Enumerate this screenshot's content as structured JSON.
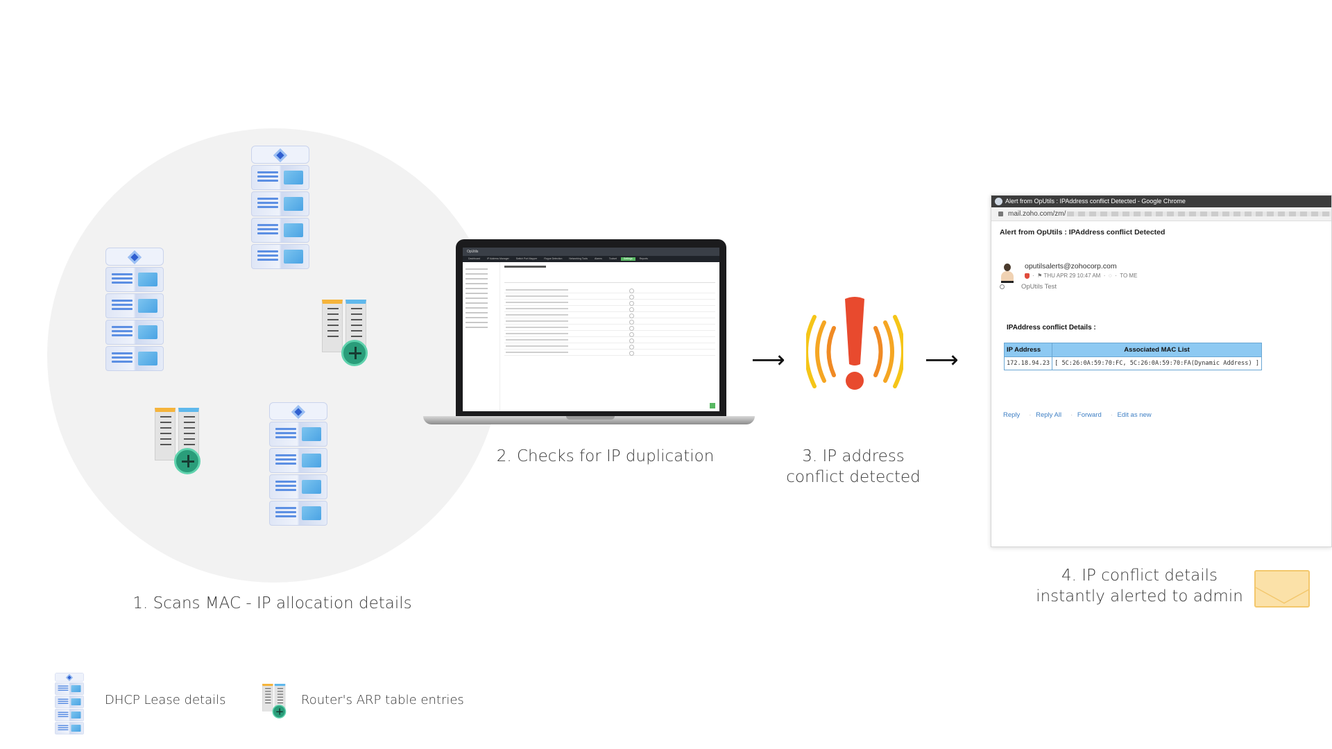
{
  "steps": {
    "s1": "1. Scans MAC - IP allocation details",
    "s2": "2. Checks for IP duplication",
    "s3_line1": "3. IP address",
    "s3_line2": "conflict detected",
    "s4_line1": "4. IP conflict details",
    "s4_line2": "instantly alerted to admin"
  },
  "legend": {
    "dhcp": "DHCP Lease details",
    "router": "Router's ARP table entries"
  },
  "laptop_app": {
    "brand": "OpUtils",
    "nav": [
      "Dashboard",
      "IP Address Manager",
      "Switch Port Mapper",
      "Rogue Detection",
      "Networking Tools",
      "Alarms",
      "Toolset",
      "Settings",
      "Reports"
    ],
    "active_nav": "Settings"
  },
  "email": {
    "window_title": "Alert from OpUtils : IPAddress conflict Detected - Google Chrome",
    "url": "mail.zoho.com/zm/",
    "subject": "Alert from OpUtils : IPAddress conflict Detected",
    "sender": "oputilsalerts@zohocorp.com",
    "date": "THU APR 29 10:47 AM",
    "to": "TO ME",
    "to_name": "OpUtils Test",
    "heading": "IPAddress conflict Details :",
    "table": {
      "headers": [
        "IP Address",
        "Associated MAC List"
      ],
      "rows": [
        [
          "172.18.94.23",
          "[ 5C:26:0A:59:70:FC, 5C:26:0A:59:70:FA(Dynamic Address) ]"
        ]
      ]
    },
    "actions": [
      "Reply",
      "Reply All",
      "Forward",
      "Edit as new"
    ]
  },
  "icons": {
    "server": "dhcp-server-stack-icon",
    "router": "router-arp-icon",
    "alert": "alert-exclamation-icon",
    "envelope": "envelope-icon"
  },
  "colors": {
    "alert_red": "#e84a2e",
    "alert_wave_outer": "#f5c518",
    "alert_wave_inner": "#f08a24",
    "table_header": "#8dc9f2",
    "link": "#3e7fc4"
  }
}
